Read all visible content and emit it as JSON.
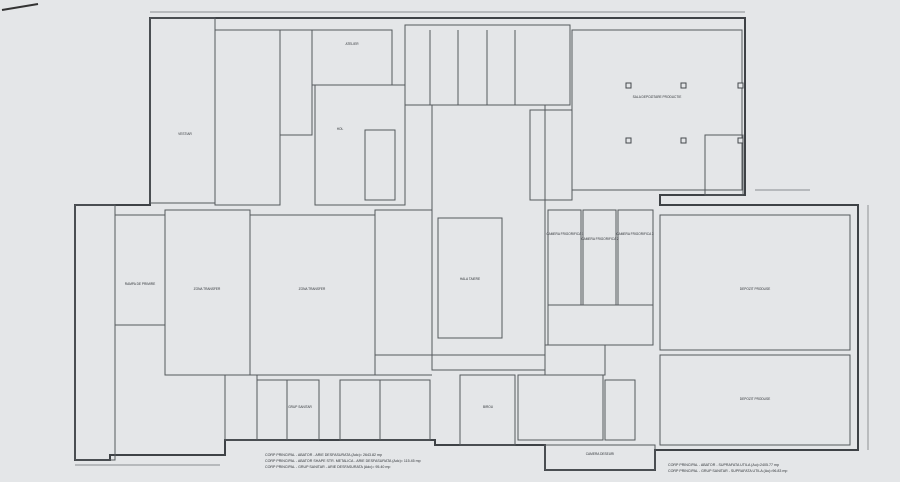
{
  "drawing": {
    "type": "architectural floor plan",
    "rooms": [
      {
        "id": "hall_receptie",
        "label": "SALA DEPOZITARE PRODUCTIE"
      },
      {
        "id": "hala_central",
        "label": "HALA TAIERE"
      },
      {
        "id": "camera_1",
        "label": "CAMERA FRIGORIFICA 1"
      },
      {
        "id": "camera_2",
        "label": "CAMERA FRIGORIFICA 2"
      },
      {
        "id": "camera_3",
        "label": "CAMERA FRIGORIFICA 3"
      },
      {
        "id": "depozit_1",
        "label": "DEPOZIT PRODUSE"
      },
      {
        "id": "depozit_2",
        "label": "DEPOZIT PRODUSE"
      },
      {
        "id": "zona_1",
        "label": "ZONA TRANSFER"
      },
      {
        "id": "zona_2",
        "label": "ZONA TRANSFER"
      },
      {
        "id": "rampa",
        "label": "RAMPA DE PRIMIRE"
      },
      {
        "id": "vestiar",
        "label": "VESTIAR"
      },
      {
        "id": "atelier",
        "label": "ATELIER"
      },
      {
        "id": "hol",
        "label": "HOL"
      },
      {
        "id": "birou",
        "label": "BIROU"
      },
      {
        "id": "grup_sanitar",
        "label": "GRUP SANITAR"
      },
      {
        "id": "camera_deseuri",
        "label": "CAMERA DESEURI"
      }
    ],
    "legend_left": [
      "CORP PRINCIPAL - ABATOR - ARIE DESFASURATA (Adc)= 2643.82 mp",
      "CORP PRINCIPAL - ABATOR SHAPE STR. METALICA - ARIE DESFASURATA (Adc)= 115.45 mp",
      "CORP PRINCIPAL - GRUP SANITAR - ARIE DESFASURATA (Adc)= 95.40 mp"
    ],
    "legend_right": [
      "CORP PRINCIPAL - ABATOR - SUPRAFATA UTILA (Au)=2405.77 mp",
      "CORP PRINCIPAL - GRUP SANITAR - SUPRAFATA UTILA (Au)=96.83 mp"
    ]
  }
}
